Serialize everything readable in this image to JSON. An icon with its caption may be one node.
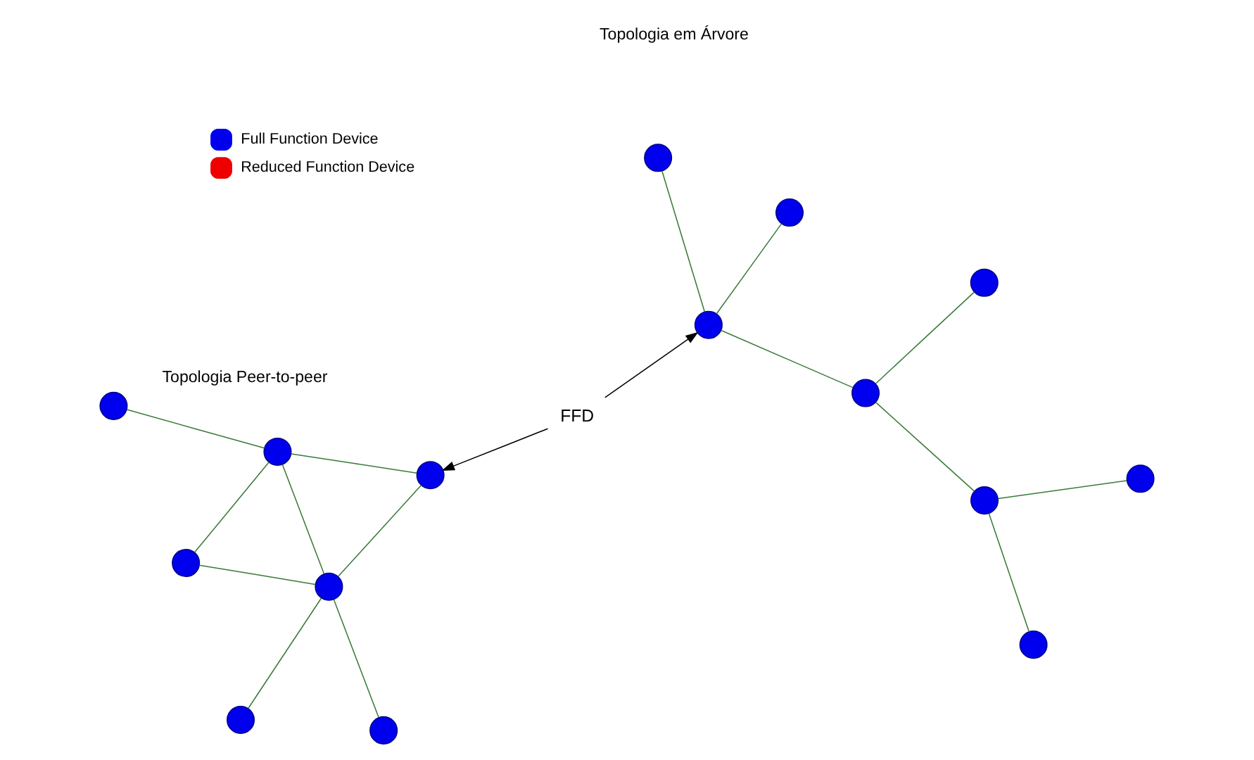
{
  "diagram": {
    "nodes": [
      {
        "text": [],
        "shape": "circle"
      },
      {
        "text": [],
        "shape": "circle"
      },
      {
        "text": [],
        "shape": "circle"
      },
      {
        "text": [],
        "shape": "circle"
      },
      {
        "text": [],
        "shape": "circle"
      },
      {
        "text": [],
        "shape": "circle"
      },
      {
        "text": [],
        "shape": "circle"
      },
      {
        "text": [],
        "shape": "circle"
      },
      {
        "text": [],
        "shape": "circle"
      },
      {
        "text": [],
        "shape": "circle"
      },
      {
        "text": [],
        "shape": "circle"
      },
      {
        "text": [],
        "shape": "circle"
      },
      {
        "text": [],
        "shape": "circle"
      },
      {
        "text": [],
        "shape": "circle"
      },
      {
        "text": [],
        "shape": "circle"
      },
      {
        "text": [
          "FFD"
        ]
      }
    ],
    "edges": [
      {
        "from": 0,
        "to": 1,
        "arrow": "none"
      },
      {
        "from": 1,
        "to": 2,
        "arrow": "none"
      },
      {
        "from": 1,
        "to": 3,
        "arrow": "none"
      },
      {
        "from": 1,
        "to": 4,
        "arrow": "none"
      },
      {
        "from": 1,
        "to": 5,
        "arrow": "none"
      },
      {
        "from": 3,
        "to": 5,
        "arrow": "none"
      },
      {
        "from": 4,
        "to": 5,
        "arrow": "none"
      },
      {
        "from": 5,
        "to": 6,
        "arrow": "none"
      },
      {
        "from": 7,
        "to": 8,
        "arrow": "none"
      },
      {
        "from": 8,
        "to": 10,
        "arrow": "none"
      },
      {
        "from": 10,
        "to": 9,
        "arrow": "none"
      },
      {
        "from": 10,
        "to": 12,
        "arrow": "none"
      },
      {
        "from": 8,
        "to": 11,
        "arrow": "none"
      },
      {
        "from": 11,
        "to": 13,
        "arrow": "none"
      },
      {
        "from": 11,
        "to": 14,
        "arrow": "none"
      },
      {
        "from": 15,
        "to": 4,
        "arrow": "to",
        "color": "#000000"
      },
      {
        "from": 15,
        "to": 11,
        "arrow": "to",
        "color": "#000000"
      }
    ],
    "labels": [
      "Topologia Peer-to-peer",
      "Topologia em Árvore"
    ],
    "legend": [
      {
        "text": "Full Function Device",
        "color": "#0000ee"
      },
      {
        "text": "Reduced Function Device",
        "color": "#ee0000"
      }
    ]
  }
}
